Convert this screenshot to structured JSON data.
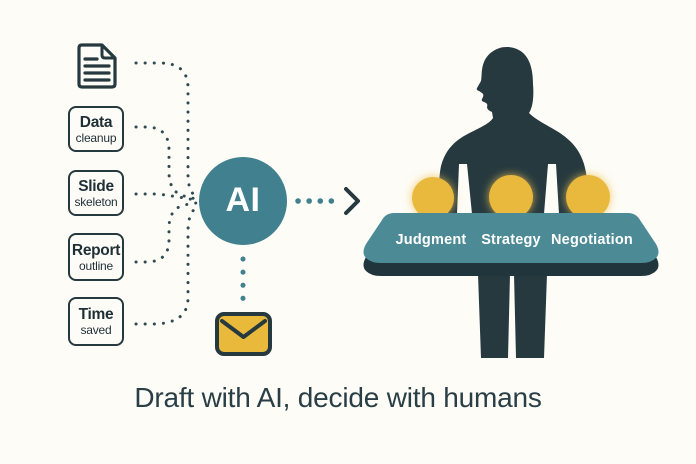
{
  "caption": "Draft with AI, decide with humans",
  "ai": {
    "label": "AI"
  },
  "sources": [
    {
      "line1": "Data",
      "line2": "cleanup"
    },
    {
      "line1": "Slide",
      "line2": "skeleton"
    },
    {
      "line1": "Report",
      "line2": "outline"
    },
    {
      "line1": "Time",
      "line2": "saved"
    }
  ],
  "table": {
    "labels": [
      "Judgment",
      "Strategy",
      "Negotiation"
    ]
  },
  "icons": {
    "document": "document-icon",
    "envelope": "envelope-icon",
    "arrow": "dotted-arrow-icon",
    "person": "person-silhouette",
    "decision_chips": "yellow-decision-circles"
  },
  "colors": {
    "background": "#FDFCF7",
    "ink": "#25393F",
    "teal": "#41808E",
    "table_teal": "#4C8B96",
    "table_edge": "#20363C",
    "yellow": "#E9B93C",
    "text_dark": "#1E2F36"
  }
}
